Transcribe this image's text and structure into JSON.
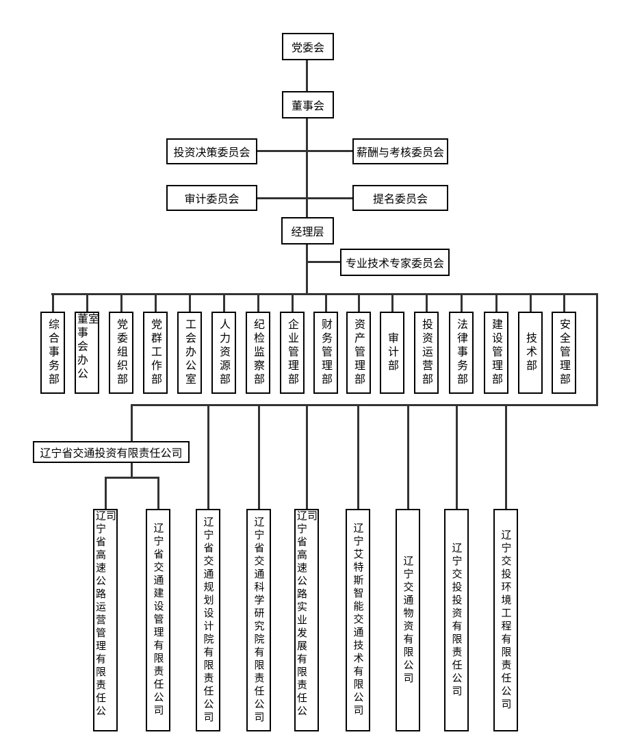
{
  "org_chart": {
    "nodes": {
      "party_committee": "党委会",
      "board": "董事会",
      "management": "经理层",
      "expert_committee": "专业技术专家委员会",
      "holding_company": "辽宁省交通投资有限责任公司"
    },
    "board_committees": [
      "投资决策委员会",
      "薪酬与考核委员会",
      "审计委员会",
      "提名委员会"
    ],
    "departments": [
      "综合事务部",
      "董事会办公室",
      "党委组织部",
      "党群工作部",
      "工会办公室",
      "人力资源部",
      "纪检监察部",
      "企业管理部",
      "财务管理部",
      "资产管理部",
      "审计部",
      "投资运营部",
      "法律事务部",
      "建设管理部",
      "技术部",
      "安全管理部"
    ],
    "holding_subsidiaries": [
      "辽宁省高速公路运营管理有限责任公司",
      "辽宁省交通建设管理有限责任公司"
    ],
    "direct_subsidiaries": [
      "辽宁省交通规划设计院有限责任公司",
      "辽宁省交通科学研究院有限责任公司",
      "辽宁省高速公路实业发展有限责任公司",
      "辽宁艾特斯智能交通技术有限公司",
      "辽宁交通物资有限公司",
      "辽宁交投投资有限责任公司",
      "辽宁交投环境工程有限责任公司"
    ],
    "colors": {
      "connector": "#333333",
      "box_border": "#000000",
      "box_fill": "#ffffff",
      "text": "#000000",
      "background": "#ffffff"
    }
  }
}
